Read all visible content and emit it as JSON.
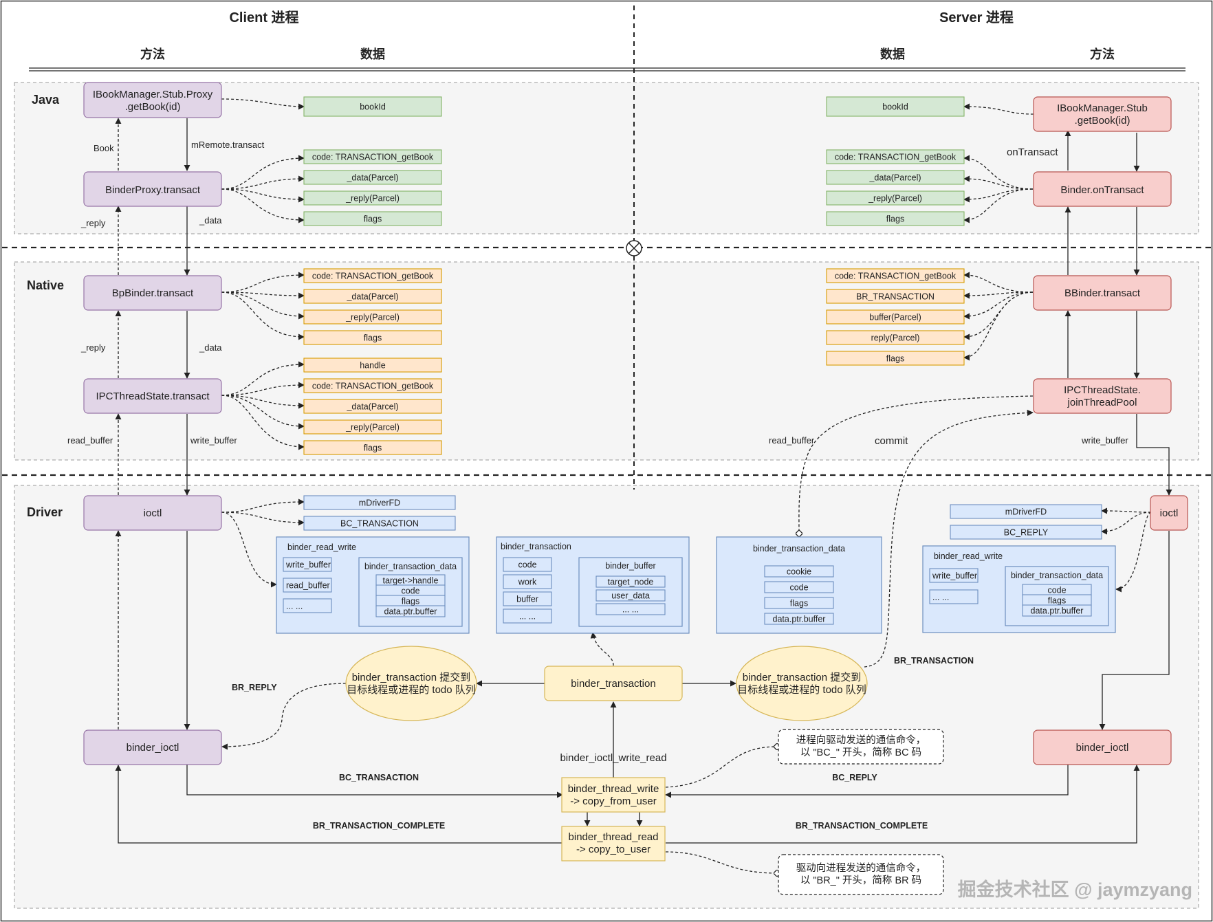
{
  "colors": {
    "client_node": "#e1d5e7",
    "client_border": "#9673a6",
    "server_node": "#f8cecc",
    "server_border": "#b85450",
    "java_data": "#d5e8d4",
    "java_border": "#82b366",
    "native_data": "#ffe6cc",
    "native_border": "#d79b00",
    "driver_data": "#dae8fc",
    "driver_border": "#6c8ebf",
    "core": "#fff2cc",
    "core_border": "#d6b656"
  },
  "headers": {
    "client": "Client 进程",
    "server": "Server 进程",
    "client_method": "方法",
    "client_data": "数据",
    "server_data": "数据",
    "server_method": "方法"
  },
  "layers": {
    "java": "Java",
    "native": "Native",
    "driver": "Driver"
  },
  "client": {
    "proxy_getbook": [
      "IBookManager.Stub.Proxy",
      ".getBook(id)"
    ],
    "binderproxy": "BinderProxy.transact",
    "bpbinder": "BpBinder.transact",
    "ipc": "IPCThreadState.transact",
    "ioctl": "ioctl",
    "binder_ioctl": "binder_ioctl"
  },
  "server": {
    "stub_getbook": [
      "IBookManager.Stub",
      ".getBook(id)"
    ],
    "binder_ontransact": "Binder.onTransact",
    "bbinder": "BBinder.transact",
    "ipc_pool": [
      "IPCThreadState.",
      "joinThreadPool"
    ],
    "ioctl": "ioctl",
    "binder_ioctl": "binder_ioctl"
  },
  "edge_labels": {
    "book": "Book",
    "mremote": "mRemote.transact",
    "reply1": "_reply",
    "data1": "_data",
    "reply2": "_reply",
    "data2": "_data",
    "read_buffer": "read_buffer",
    "write_buffer": "write_buffer",
    "ontransact": "onTransact",
    "commit": "commit",
    "s_read_buffer": "read_buffer",
    "s_write_buffer": "write_buffer",
    "br_reply": "BR_REPLY",
    "br_transaction": "BR_TRANSACTION",
    "bc_transaction": "BC_TRANSACTION",
    "bc_reply": "BC_REPLY",
    "br_tc_left": "BR_TRANSACTION_COMPLETE",
    "br_tc_right": "BR_TRANSACTION_COMPLETE",
    "write_read": "binder_ioctl_write_read"
  },
  "client_java_data": [
    "bookId",
    "code: TRANSACTION_getBook",
    "_data(Parcel)",
    "_reply(Parcel)",
    "flags"
  ],
  "server_java_data": [
    "bookId",
    "code: TRANSACTION_getBook",
    "_data(Parcel)",
    "_reply(Parcel)",
    "flags"
  ],
  "client_native_bp": [
    "code: TRANSACTION_getBook",
    "_data(Parcel)",
    "_reply(Parcel)",
    "flags"
  ],
  "client_native_ipc": [
    "handle",
    "code: TRANSACTION_getBook",
    "_data(Parcel)",
    "_reply(Parcel)",
    "flags"
  ],
  "server_native_data": [
    "code: TRANSACTION_getBook",
    "BR_TRANSACTION",
    "buffer(Parcel)",
    "reply(Parcel)",
    "flags"
  ],
  "client_driver_data": [
    "mDriverFD",
    "BC_TRANSACTION"
  ],
  "server_driver_data": [
    "mDriverFD",
    "BC_REPLY"
  ],
  "client_brw": {
    "title": "binder_read_write",
    "fields": [
      "write_buffer",
      "read_buffer",
      "... ..."
    ],
    "inner_title": "binder_transaction_data",
    "inner_fields": [
      "target->handle",
      "code",
      "flags",
      "data.ptr.buffer"
    ]
  },
  "bt_struct": {
    "title": "binder_transaction",
    "fields": [
      "code",
      "work",
      "buffer",
      "... ..."
    ],
    "inner_title": "binder_buffer",
    "inner_fields": [
      "target_node",
      "user_data",
      "... ..."
    ]
  },
  "btd_struct": {
    "title": "binder_transaction_data",
    "fields": [
      "cookie",
      "code",
      "flags",
      "data.ptr.buffer"
    ]
  },
  "server_brw": {
    "title": "binder_read_write",
    "fields": [
      "write_buffer",
      "... ..."
    ],
    "inner_title": "binder_transaction_data",
    "inner_fields": [
      "code",
      "flags",
      "data.ptr.buffer"
    ]
  },
  "core": {
    "binder_transaction": "binder_transaction",
    "thread_write": [
      "binder_thread_write",
      "-> copy_from_user"
    ],
    "thread_read": [
      "binder_thread_read",
      "-> copy_to_user"
    ],
    "todo_left": [
      "binder_transaction 提交到",
      "目标线程或进程的 todo 队列"
    ],
    "todo_right": [
      "binder_transaction 提交到",
      "目标线程或进程的 todo 队列"
    ]
  },
  "notes": {
    "bc": [
      "进程向驱动发送的通信命令，",
      "以 \"BC_\" 开头，简称 BC 码"
    ],
    "br": [
      "驱动向进程发送的通信命令，",
      "以 \"BR_\" 开头，简称 BR 码"
    ]
  },
  "watermark": "掘金技术社区 @ jaymzyang"
}
